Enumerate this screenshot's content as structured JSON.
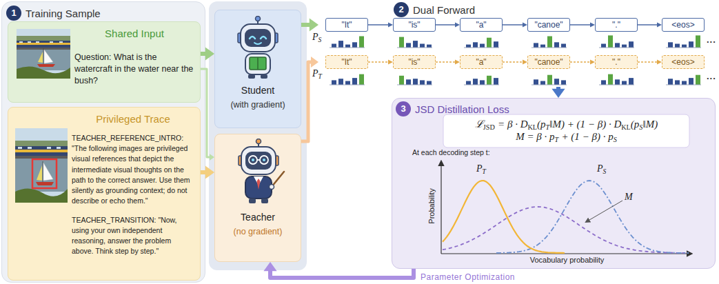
{
  "diagram": {
    "nodes": [
      {
        "text": [
          "1",
          "Training Sample"
        ]
      },
      {
        "text": [
          "Shared Input",
          "Question: What is the watercraft in the water near the bush?"
        ],
        "in": 0
      },
      {
        "text": [
          "Privileged Trace",
          "TEACHER_REFERENCE_INTRO: \"The following images are privileged visual references that depict the intermediate visual thoughts on the path to the correct answer. Use them silently as grounding context; do not describe or echo them.\"",
          "TEACHER_TRANSITION: \"Now, using your own independent reasoning, answer the problem above. Think step by step.\""
        ],
        "in": 0
      },
      {
        "text": [
          "Student",
          "(with gradient)"
        ]
      },
      {
        "text": [
          "Teacher",
          "(no gradient)"
        ]
      },
      {
        "text": [
          "2",
          "Dual Forward"
        ]
      },
      {
        "text": [
          "\"It\""
        ],
        "in": 5
      },
      {
        "text": [
          "\"is\""
        ],
        "in": 5
      },
      {
        "text": [
          "\"a\""
        ],
        "in": 5
      },
      {
        "text": [
          "\"canoe\""
        ],
        "in": 5
      },
      {
        "text": [
          "\".\""
        ],
        "in": 5
      },
      {
        "text": [
          "<eos>"
        ],
        "in": 5
      },
      {
        "text": [
          "\"It\""
        ],
        "in": 5
      },
      {
        "text": [
          "\"is\""
        ],
        "in": 5
      },
      {
        "text": [
          "\"a\""
        ],
        "in": 5
      },
      {
        "text": [
          "\"canoe\""
        ],
        "in": 5
      },
      {
        "text": [
          "\".\""
        ],
        "in": 5
      },
      {
        "text": [
          "<eos>"
        ],
        "in": 5
      },
      {
        "text": [
          "3",
          "JSD Distillation Loss"
        ]
      }
    ],
    "edges": [
      {
        "from": 1,
        "to": 3,
        "arrow": "to"
      },
      {
        "from": 1,
        "to": 4,
        "arrow": "to"
      },
      {
        "from": 2,
        "to": 4,
        "arrow": "to"
      },
      {
        "from": 3,
        "to": 5,
        "arrow": "to"
      },
      {
        "from": 4,
        "to": 5,
        "arrow": "to"
      },
      {
        "from": 6,
        "to": 7,
        "arrow": "to"
      },
      {
        "from": 7,
        "to": 8,
        "arrow": "to"
      },
      {
        "from": 8,
        "to": 9,
        "arrow": "to"
      },
      {
        "from": 9,
        "to": 10,
        "arrow": "to"
      },
      {
        "from": 10,
        "to": 11,
        "arrow": "to"
      },
      {
        "from": 12,
        "to": 13,
        "arrow": "to"
      },
      {
        "from": 13,
        "to": 14,
        "arrow": "to"
      },
      {
        "from": 14,
        "to": 15,
        "arrow": "to"
      },
      {
        "from": 15,
        "to": 16,
        "arrow": "to"
      },
      {
        "from": 16,
        "to": 17,
        "arrow": "to"
      },
      {
        "from": 5,
        "to": 18,
        "arrow": "to"
      },
      {
        "from": 18,
        "to": 4,
        "label": "Parameter Optimization",
        "arrow": "to"
      }
    ],
    "labels": [
      "P",
      "S",
      "P",
      "T",
      "...",
      "...",
      "ℒ",
      "JSD",
      "= β · D",
      "KL",
      "(p",
      "T",
      "‖M) + (1 − β) · D",
      "KL",
      "(p",
      "S",
      "‖M)",
      "M = β · p",
      "T",
      "+ (1 − β) · p",
      "S",
      "At each decoding step t:",
      "Probability",
      "Vocabulary probability",
      "P",
      "T",
      "P",
      "S",
      "M"
    ]
  }
}
